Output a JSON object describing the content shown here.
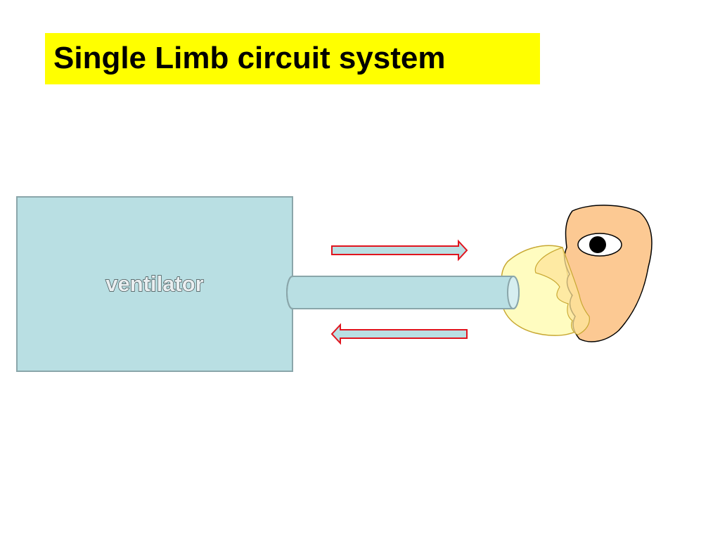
{
  "slide": {
    "title": "Single Limb circuit system"
  },
  "diagram": {
    "ventilator_label": "ventilator",
    "colors": {
      "title_background": "#ffff00",
      "ventilator_fill": "#b9dfe3",
      "ventilator_stroke": "#8aa6aa",
      "tube_fill": "#b9dfe3",
      "tube_stroke": "#8aa6aa",
      "arrow_fill": "#b9dfe3",
      "arrow_stroke": "#e0141e",
      "mask_fill": "#fffcc0",
      "mask_inner_fill": "#fde49a",
      "mask_stroke": "#c8a832",
      "face_fill": "#fcc993",
      "face_stroke": "#000000"
    },
    "arrows": [
      {
        "direction": "right",
        "icon": "arrow-right-icon"
      },
      {
        "direction": "left",
        "icon": "arrow-left-icon"
      }
    ]
  }
}
